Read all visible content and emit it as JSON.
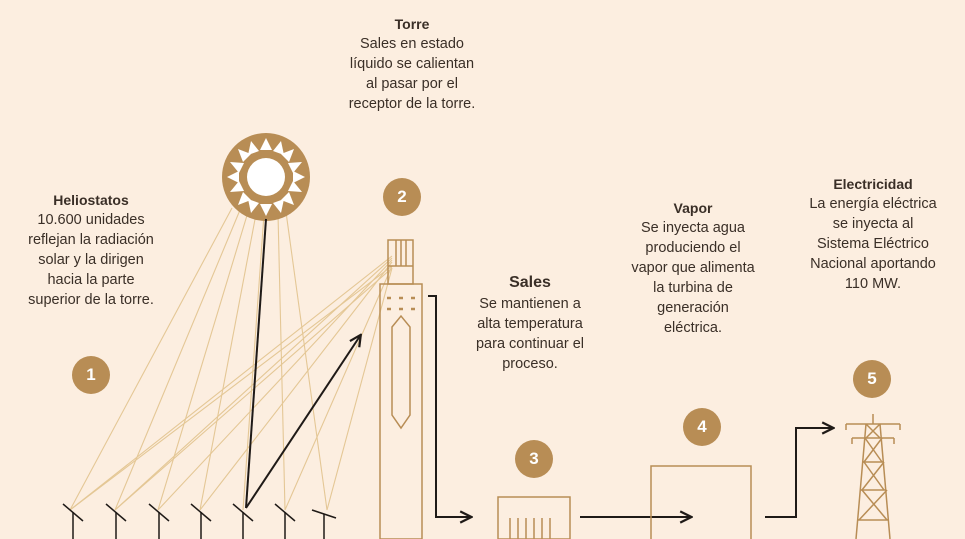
{
  "steps": {
    "torre": {
      "title": "Torre",
      "text": "Sales en estado\nlíquido se calientan\nal pasar por el\nreceptor de la torre."
    },
    "heliostatos": {
      "title": "Heliostatos",
      "text": "10.600 unidades\nreflejan la radiación\nsolar y la dirigen\nhacia la parte\nsuperior de la torre."
    },
    "sales": {
      "title": "Sales",
      "text": "Se mantienen a\nalta temperatura\npara continuar el\nproceso."
    },
    "vapor": {
      "title": "Vapor",
      "text": "Se inyecta agua\nproduciendo el\nvapor que alimenta\nla turbina de\ngeneración\neléctrica."
    },
    "electricidad": {
      "title": "Electricidad",
      "text": "La energía eléctrica\nse inyecta al\nSistema Eléctrico\nNacional aportando\n110 MW."
    }
  },
  "badges": [
    "1",
    "2",
    "3",
    "4",
    "5"
  ],
  "colors": {
    "background": "#fceee0",
    "accent": "#b88d55",
    "ray": "#e4c795",
    "line": "#1f1a17",
    "text": "#3a2f27"
  },
  "icons": {
    "sun": "sun-icon",
    "tower": "tower-icon",
    "heliostat": "heliostat-icon",
    "salt-tank": "salt-tank-icon",
    "turbine": "turbine-building-icon",
    "pylon": "power-pylon-icon"
  }
}
